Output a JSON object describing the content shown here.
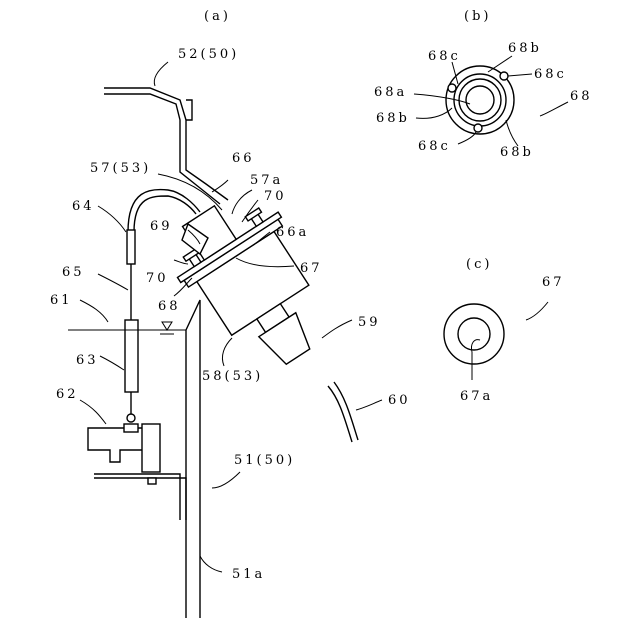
{
  "panels": {
    "a": "(a)",
    "b": "(b)",
    "c": "(c)"
  },
  "labels": {
    "l52": "52(50)",
    "l57": "57(53)",
    "l66": "66",
    "l57a": "57a",
    "l64": "64",
    "l69": "69",
    "l70a": "70",
    "l66a": "66a",
    "l65": "65",
    "l70b": "70",
    "l67a_fig": "67",
    "l61": "61",
    "l68_a": "68",
    "l59": "59",
    "l63": "63",
    "l58": "58(53)",
    "l62": "62",
    "l60": "60",
    "l51": "51(50)",
    "l51a": "51a",
    "b68c1": "68c",
    "b68b1": "68b",
    "b68c2": "68c",
    "b68a": "68a",
    "b68": "68",
    "b68b2": "68b",
    "b68c3": "68c",
    "b68b3": "68b",
    "c67": "67",
    "c67a": "67a"
  }
}
